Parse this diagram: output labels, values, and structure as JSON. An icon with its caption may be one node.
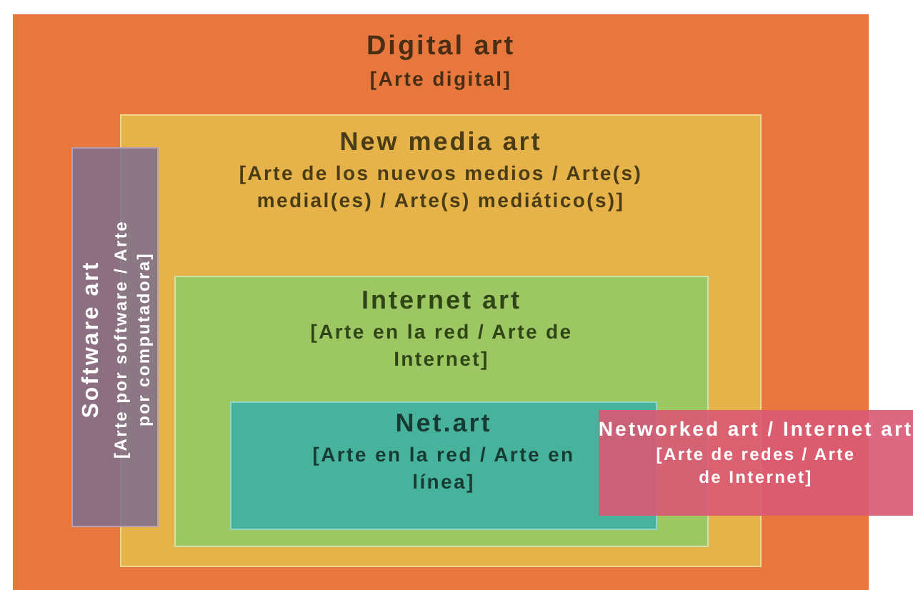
{
  "diagram": {
    "nodes": [
      {
        "text": [
          "Digital art",
          "[Arte digital]"
        ]
      },
      {
        "text": [
          "New media art",
          "[Arte de los nuevos medios / Arte(s) medial(es) / Arte(s) mediático(s)]"
        ],
        "in": 0
      },
      {
        "text": [
          "Software art",
          "[Arte por software / Arte por computadora]"
        ],
        "in": 0
      },
      {
        "text": [
          "Internet art",
          "[Arte en la red / Arte de Internet]"
        ],
        "in": 1
      },
      {
        "text": [
          "Net.art",
          "[Arte en la red / Arte en línea]"
        ],
        "in": 3
      },
      {
        "text": [
          "Networked art / Internet art",
          "[Arte de redes / Arte de Internet]"
        ]
      }
    ]
  }
}
